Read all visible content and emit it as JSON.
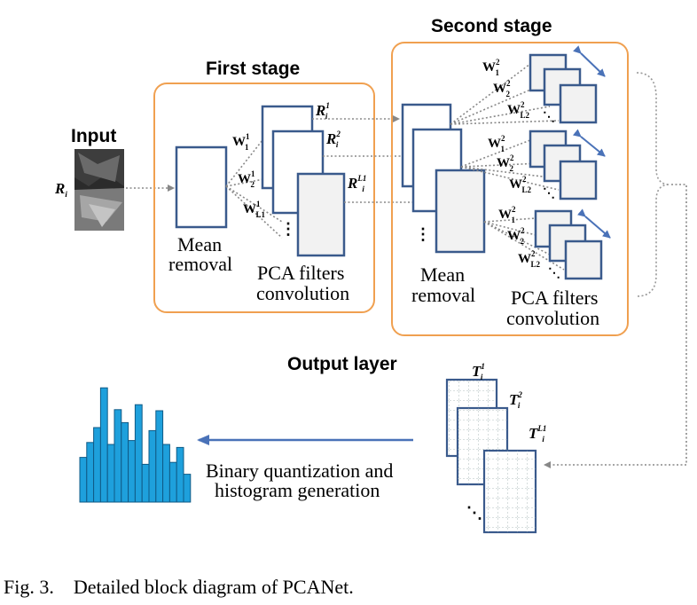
{
  "input": {
    "title": "Input",
    "symbol": "R",
    "symbol_sub": "i"
  },
  "first_stage": {
    "title": "First stage",
    "mean_removal": [
      "Mean",
      "removal"
    ],
    "pca": [
      "PCA filters",
      "convolution"
    ],
    "filters": [
      {
        "w": "W",
        "sub": "1",
        "sup": "1"
      },
      {
        "w": "W",
        "sub": "2",
        "sup": "1"
      },
      {
        "w": "W",
        "sub": "L1",
        "sup": "1"
      }
    ],
    "outputs": [
      {
        "r": "R",
        "sub": "i",
        "sup": "1"
      },
      {
        "r": "R",
        "sub": "i",
        "sup": "2"
      },
      {
        "r": "R",
        "sub": "i",
        "sup": "L1"
      }
    ]
  },
  "second_stage": {
    "title": "Second stage",
    "mean_removal": [
      "Mean",
      "removal"
    ],
    "pca": [
      "PCA filters",
      "convolution"
    ],
    "filter_groups": [
      [
        {
          "w": "W",
          "sub": "1",
          "sup": "2"
        },
        {
          "w": "W",
          "sub": "2",
          "sup": "2"
        },
        {
          "w": "W",
          "sub": "L2",
          "sup": "2"
        }
      ],
      [
        {
          "w": "W",
          "sub": "1",
          "sup": "2"
        },
        {
          "w": "W",
          "sub": "2",
          "sup": "2"
        },
        {
          "w": "W",
          "sub": "L2",
          "sup": "2"
        }
      ],
      [
        {
          "w": "W",
          "sub": "1",
          "sup": "2"
        },
        {
          "w": "W",
          "sub": "2",
          "sup": "2"
        },
        {
          "w": "W",
          "sub": "L2",
          "sup": "2"
        }
      ]
    ]
  },
  "output_layer": {
    "title": "Output layer",
    "process": [
      "Binary quantization and",
      "histogram generation"
    ],
    "outputs": [
      {
        "t": "T",
        "sub": "i",
        "sup": "1"
      },
      {
        "t": "T",
        "sub": "i",
        "sup": "2"
      },
      {
        "t": "T",
        "sub": "i",
        "sup": "L1"
      }
    ]
  },
  "histogram": {
    "values": [
      45,
      60,
      75,
      115,
      58,
      93,
      80,
      62,
      98,
      38,
      72,
      92,
      58,
      40,
      55,
      28
    ]
  },
  "caption": {
    "fig": "Fig. 3.",
    "text": "Detailed block diagram of PCANet."
  },
  "colors": {
    "stage_border": "#f0a050",
    "block_border": "#3a5a8c",
    "arrow_blue": "#4a72b8",
    "hist_fill": "#1ea0dc"
  }
}
